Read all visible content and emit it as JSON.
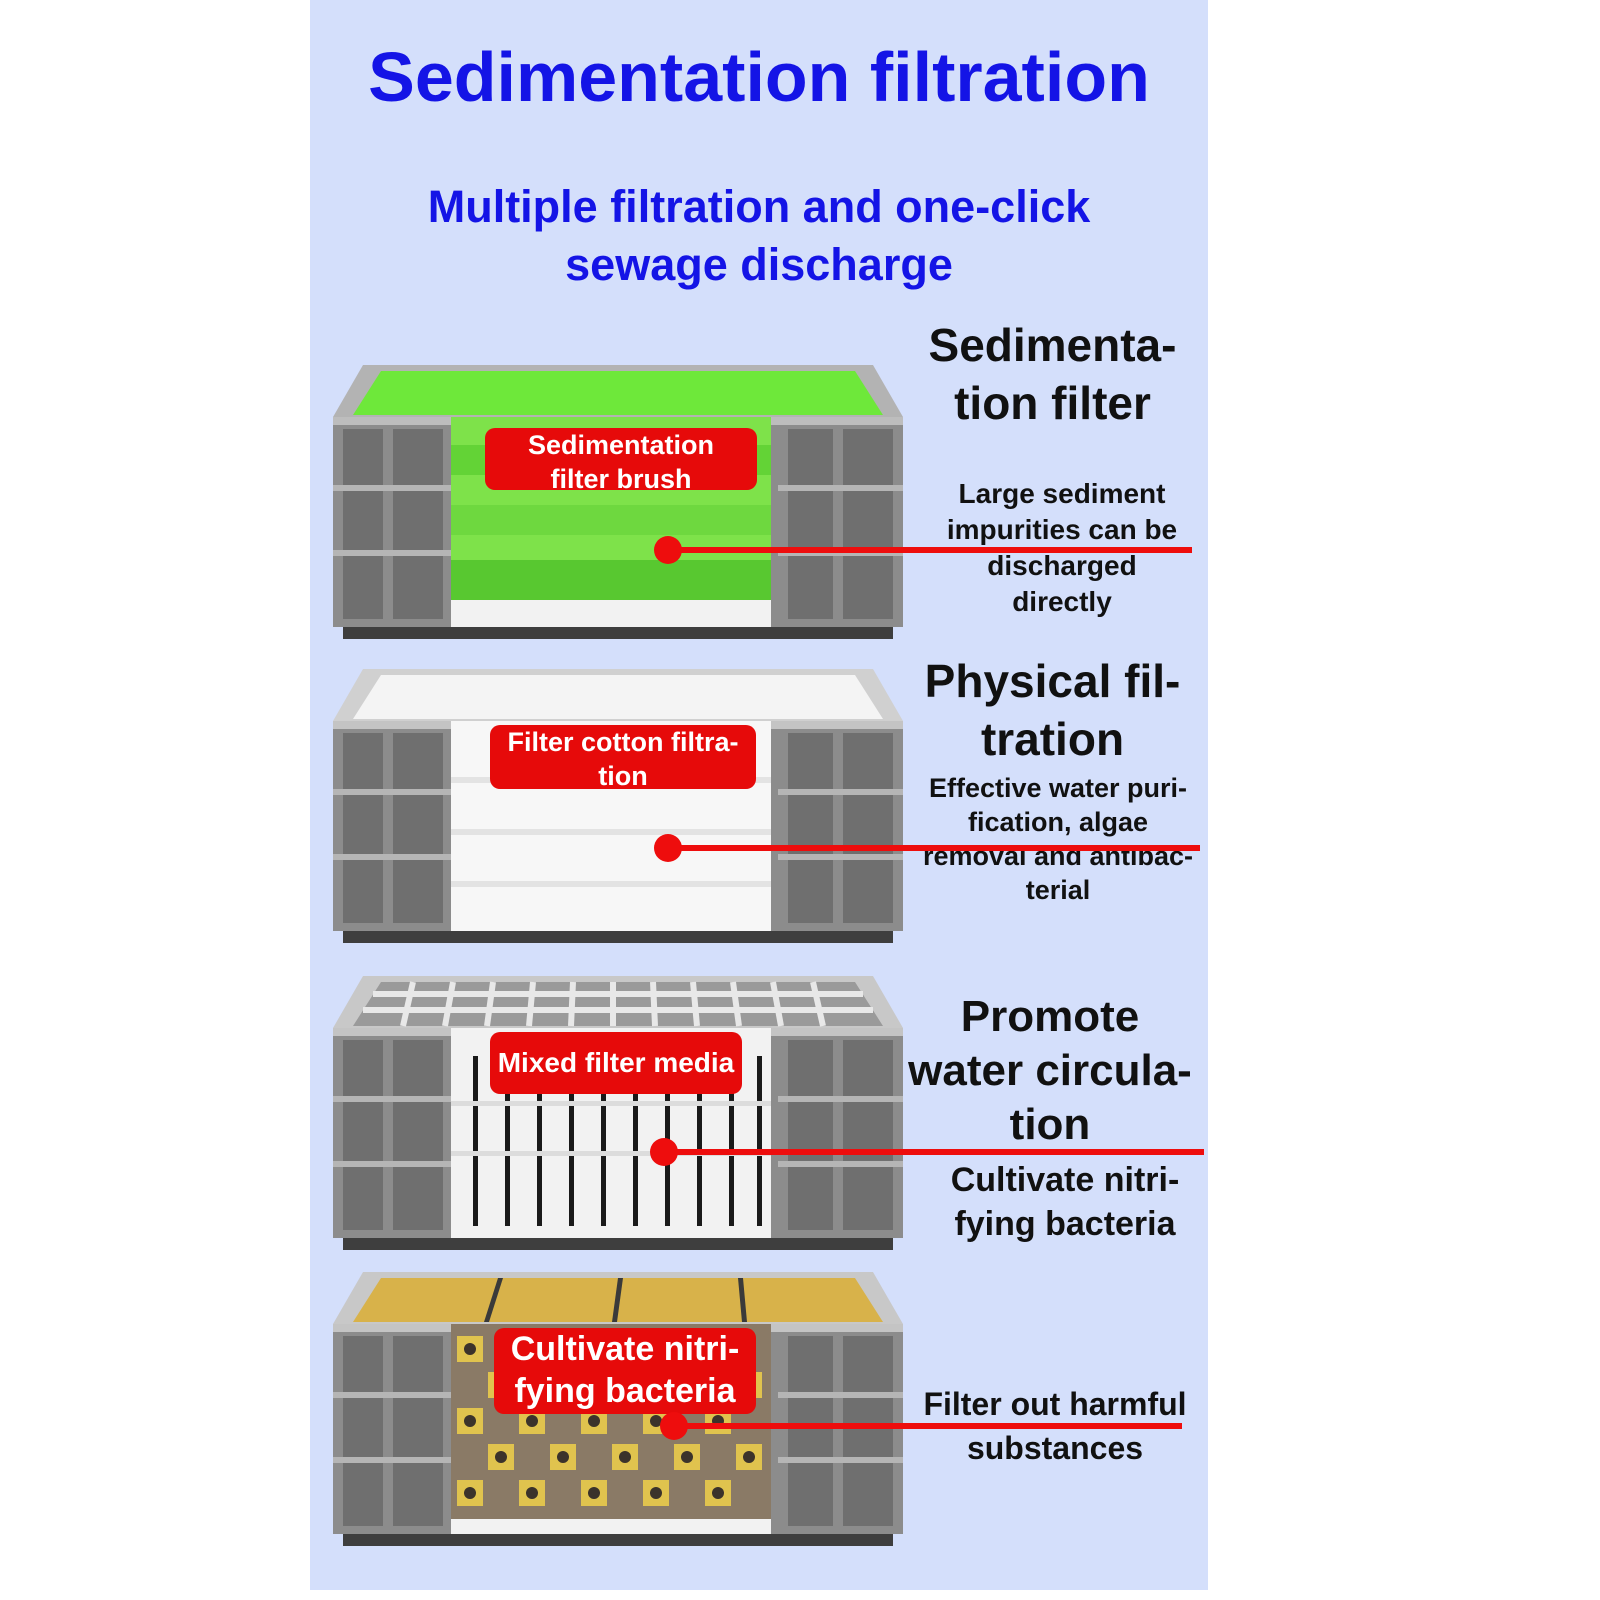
{
  "header": {
    "title": "Sedimentation filtration",
    "subtitle_lines": [
      "Multiple filtration and one-click",
      "sewage discharge"
    ]
  },
  "layers": [
    {
      "label_lines": [
        "Sedimentation",
        "filter brush"
      ],
      "heading_lines": [
        "Sedimenta-",
        "tion filter"
      ],
      "desc_lines": [
        "Large sediment",
        "impurities can be",
        "discharged",
        "directly"
      ]
    },
    {
      "label_lines": [
        "Filter cotton filtra-",
        "tion"
      ],
      "heading_lines": [
        "Physical fil-",
        "tration"
      ],
      "desc_lines": [
        "Effective water puri-",
        "fication, algae",
        "removal and antibac-",
        "terial"
      ]
    },
    {
      "label_lines": [
        "Mixed filter media"
      ],
      "heading_lines": [
        "Promote",
        "water circula-",
        "tion"
      ],
      "desc_lines": [
        "Cultivate nitri-",
        "fying bacteria"
      ]
    },
    {
      "label_lines": [
        "Cultivate nitri-",
        "fying bacteria"
      ],
      "heading_lines": [],
      "desc_lines": [
        "Filter out harmful",
        "substances"
      ]
    }
  ],
  "colors": {
    "panel_bg": "#d4dffb",
    "title_blue": "#1414e6",
    "accent_red": "#ee0d0d",
    "crate_gray": "#8c8c8c",
    "brush_green": "#6ee83a",
    "media_yellow": "#d8b24a"
  }
}
